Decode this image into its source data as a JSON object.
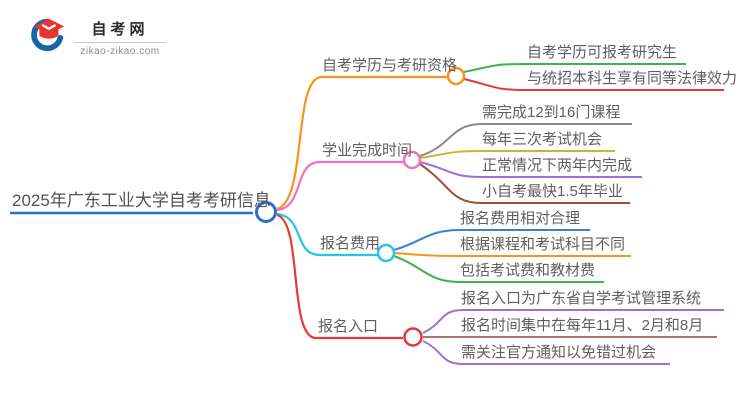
{
  "logo": {
    "brand": "自考网",
    "url": "zikao-zikao.com",
    "cap_color": "#e8342c",
    "swoosh_color": "#1565a9"
  },
  "mindmap": {
    "root": {
      "label": "2025年广东工业大学自考考研信息",
      "color": "#2f6fc1"
    },
    "branches": [
      {
        "label": "自考学历与考研资格",
        "color": "#f7941d",
        "children": [
          {
            "label": "自考学历可报考研究生",
            "color": "#39b54a"
          },
          {
            "label": "与统招本科生享有同等法律效力",
            "color": "#e23a3a"
          }
        ]
      },
      {
        "label": "学业完成时间",
        "color": "#f272b6",
        "children": [
          {
            "label": "需完成12到16门课程",
            "color": "#8a8a8a"
          },
          {
            "label": "每年三次考试机会",
            "color": "#bdbd2d"
          },
          {
            "label": "正常情况下两年内完成",
            "color": "#9d71d0"
          },
          {
            "label": "小自考最快1.5年毕业",
            "color": "#a34a38"
          }
        ]
      },
      {
        "label": "报名费用",
        "color": "#29c5e6",
        "children": [
          {
            "label": "报名费用相对合理",
            "color": "#3f7fd2"
          },
          {
            "label": "根据课程和考试科目不同",
            "color": "#f7941d"
          },
          {
            "label": "包括考试费和教材费",
            "color": "#39b54a"
          }
        ]
      },
      {
        "label": "报名入口",
        "color": "#e23a3a",
        "children": [
          {
            "label": "报名入口为广东省自学考试管理系统",
            "color": "#9d71d0"
          },
          {
            "label": "报名时间集中在每年11月、2月和8月",
            "color": "#ab7468"
          },
          {
            "label": "需关注官方通知以免错过机会",
            "color": "#9d71d0"
          }
        ]
      }
    ]
  }
}
